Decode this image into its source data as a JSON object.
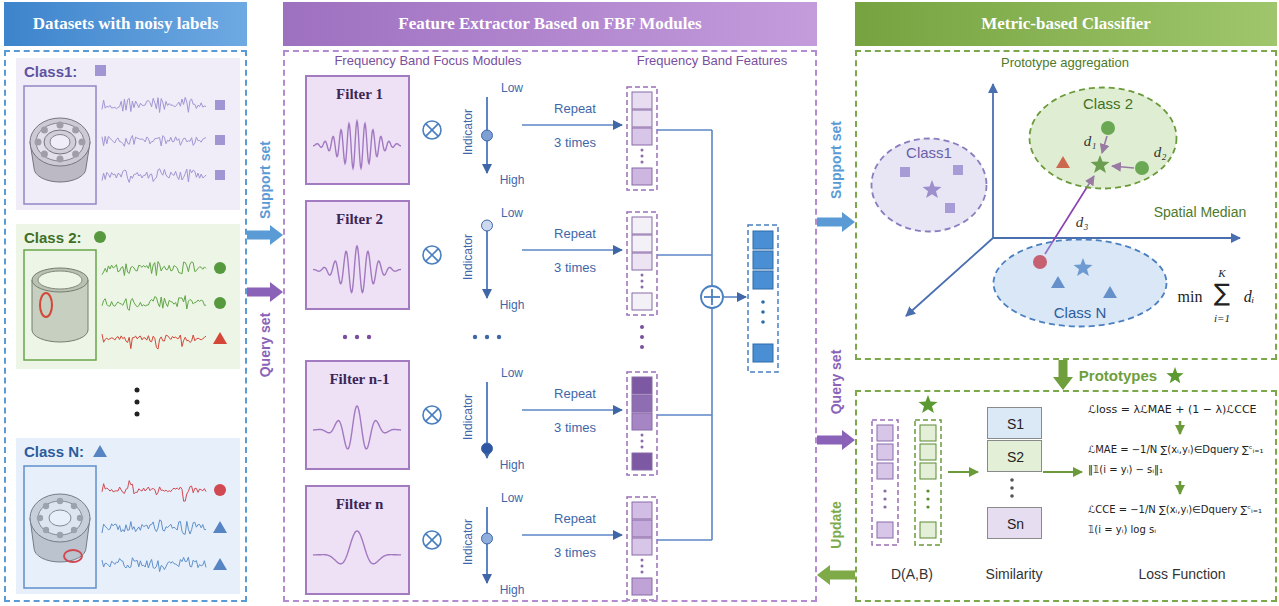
{
  "diagram": {
    "nodes": [
      {
        "text": [
          "Datasets with noisy labels"
        ]
      },
      {
        "text": [
          "Class1:"
        ],
        "in": 0
      },
      {
        "text": [
          "Class 2:"
        ],
        "in": 0
      },
      {
        "text": [
          "Class N:"
        ],
        "in": 0
      },
      {
        "text": [
          "Feature Extractor Based on FBF Modules"
        ]
      },
      {
        "text": [
          "Filter 1"
        ],
        "in": 4
      },
      {
        "text": [
          "Filter 2"
        ],
        "in": 4
      },
      {
        "text": [
          "Filter n-1"
        ],
        "in": 4
      },
      {
        "text": [
          "Filter n"
        ],
        "in": 4
      },
      {
        "text": [
          "Metric-based Classifier"
        ]
      },
      {
        "text": [
          "Class1"
        ],
        "in": 9
      },
      {
        "text": [
          "Class 2"
        ],
        "in": 9
      },
      {
        "text": [
          "Class N"
        ],
        "in": 9
      },
      {
        "text": [
          "D(A,B)",
          "Similarity",
          "Loss Function"
        ]
      },
      {
        "text": [
          "S1"
        ],
        "in": 13
      },
      {
        "text": [
          "S2"
        ],
        "in": 13
      },
      {
        "text": [
          "Sn"
        ],
        "in": 13
      }
    ],
    "edges": [
      {
        "from": 0,
        "to": 4,
        "label": "Support set",
        "arrow": "to"
      },
      {
        "from": 0,
        "to": 4,
        "label": "Query set",
        "arrow": "to"
      },
      {
        "from": 4,
        "to": 9,
        "label": "Support set",
        "arrow": "to"
      },
      {
        "from": 4,
        "to": 13,
        "label": "Query set",
        "arrow": "to"
      },
      {
        "from": 13,
        "to": 4,
        "label": "Update",
        "arrow": "to"
      },
      {
        "from": 9,
        "to": 13,
        "label": "Prototypes",
        "arrow": "to"
      }
    ],
    "labels": [
      "Frequency Band Focus Modules",
      "Frequency Band Features",
      "Low",
      "Indicator",
      "High",
      "Repeat",
      "3 times",
      "Low",
      "Indicator",
      "High",
      "Repeat",
      "3 times",
      "Low",
      "Indicator",
      "High",
      "Repeat",
      "3 times",
      "Low",
      "Indicator",
      "High",
      "Repeat",
      "3 times",
      "Prototype aggregation",
      "d₁",
      "d₂",
      "d₃",
      "Spatial Median",
      "min",
      "K",
      "∑",
      "i=1",
      "dᵢ",
      "ℒloss = λℒMAE + (1 − λ)ℒCCE",
      "ℒMAE = −1/N ∑(xᵢ,yᵢ)∈Dquery ∑ᶜᵢ₌₁ ‖𝟙(i = yᵢ) − sᵢ‖₁",
      "ℒCCE = −1/N ∑(xᵢ,yᵢ)∈Dquery ∑ᶜᵢ₌₁ 𝟙(i = yᵢ) log sᵢ"
    ]
  }
}
